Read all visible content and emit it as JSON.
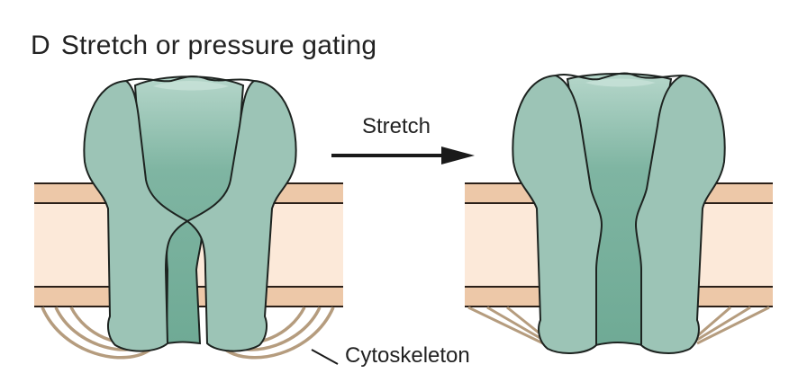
{
  "figure": {
    "panel_letter": "D",
    "title": "Stretch or pressure gating",
    "arrow_label": "Stretch",
    "callout_label": "Cytoskeleton"
  },
  "states": [
    {
      "name": "closed",
      "description": "Channel pore constricted; cytoskeleton fibers curved/relaxed"
    },
    {
      "name": "open",
      "description": "Channel pore widened; cytoskeleton fibers taut/straight"
    }
  ],
  "colors": {
    "channel_lobe": "#9cc4b6",
    "channel_pore": "#6faa95",
    "outline": "#1d2320",
    "membrane_head": "#edc8a8",
    "membrane_core": "#fce9d9",
    "cytoskeleton_fiber": "#b59c7e",
    "arrow": "#1a1a1a",
    "text": "#222222"
  }
}
